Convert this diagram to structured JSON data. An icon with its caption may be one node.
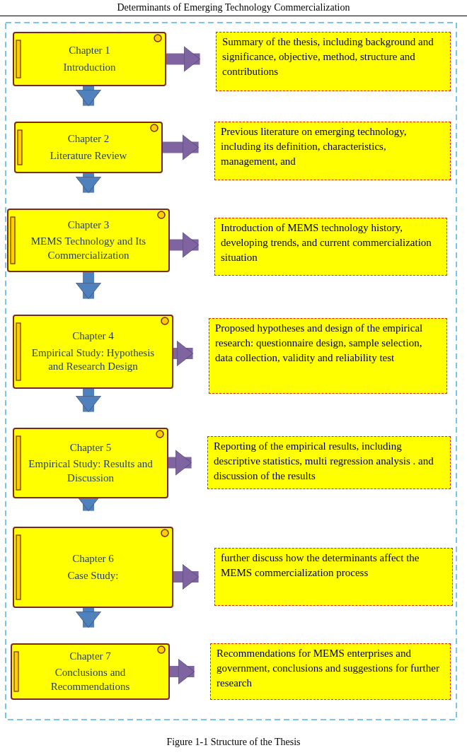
{
  "diagram": {
    "title": "Determinants of Emerging Technology Commercialization",
    "caption": "Figure 1-1 Structure of the Thesis",
    "nodes": [
      {
        "text": [
          "Chapter 1",
          "Introduction"
        ]
      },
      {
        "text": [
          "Summary of the thesis, including background and significance, objective, method, structure and contributions"
        ]
      },
      {
        "text": [
          "Chapter 2",
          "Literature Review"
        ]
      },
      {
        "text": [
          "Previous literature on emerging technology, including its definition, characteristics, management, and"
        ]
      },
      {
        "text": [
          "Chapter 3",
          "MEMS Technology and Its Commercialization"
        ]
      },
      {
        "text": [
          "Introduction of MEMS technology history, developing trends, and current commercialization situation"
        ]
      },
      {
        "text": [
          "Chapter 4",
          "Empirical Study: Hypothesis and Research Design"
        ]
      },
      {
        "text": [
          "Proposed hypotheses and design of the empirical research: questionnaire design, sample selection, data collection, validity and reliability test"
        ]
      },
      {
        "text": [
          "Chapter 5",
          "Empirical Study: Results and Discussion"
        ]
      },
      {
        "text": [
          "Reporting of the empirical results, including descriptive statistics, multi regression analysis . and discussion of the results"
        ]
      },
      {
        "text": [
          "Chapter 6",
          "Case Study:"
        ]
      },
      {
        "text": [
          "further discuss how the determinants affect the MEMS commercialization process"
        ]
      },
      {
        "text": [
          "Chapter 7",
          "Conclusions and Recommendations"
        ]
      },
      {
        "text": [
          "Recommendations for MEMS enterprises and government, conclusions and suggestions for further research"
        ]
      }
    ],
    "edges": [
      {
        "from": 0,
        "to": 1,
        "arrow": "to"
      },
      {
        "from": 0,
        "to": 2,
        "arrow": "to",
        "color": "#4f81bd"
      },
      {
        "from": 2,
        "to": 3,
        "arrow": "to"
      },
      {
        "from": 2,
        "to": 4,
        "arrow": "to",
        "color": "#4f81bd"
      },
      {
        "from": 4,
        "to": 5,
        "arrow": "to"
      },
      {
        "from": 4,
        "to": 6,
        "arrow": "to",
        "color": "#4f81bd"
      },
      {
        "from": 6,
        "to": 7,
        "arrow": "to"
      },
      {
        "from": 6,
        "to": 8,
        "arrow": "to",
        "color": "#4f81bd"
      },
      {
        "from": 8,
        "to": 9,
        "arrow": "to"
      },
      {
        "from": 8,
        "to": 10,
        "arrow": "to",
        "color": "#4f81bd"
      },
      {
        "from": 10,
        "to": 11,
        "arrow": "to"
      },
      {
        "from": 10,
        "to": 12,
        "arrow": "to",
        "color": "#4f81bd"
      },
      {
        "from": 12,
        "to": 13,
        "arrow": "to"
      }
    ]
  }
}
